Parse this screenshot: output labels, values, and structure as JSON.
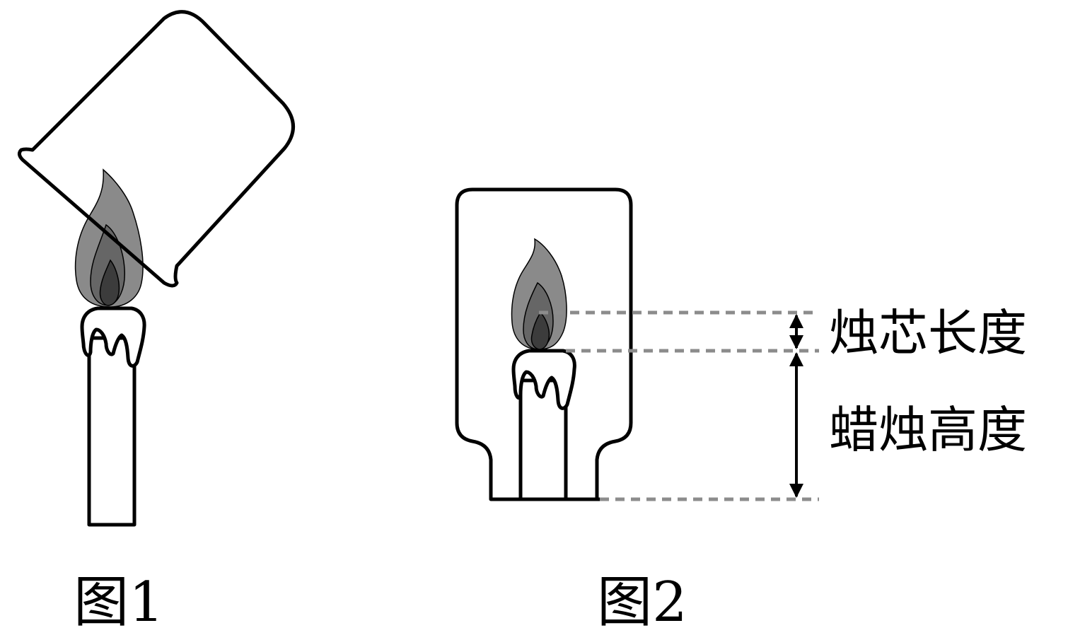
{
  "figures": [
    {
      "label": "图1"
    },
    {
      "label": "图2"
    }
  ],
  "annotations": {
    "wick_length": "烛芯长度",
    "candle_height": "蜡烛高度"
  },
  "colors": {
    "stroke": "#000000",
    "flame_outer": "#8a8a8a",
    "flame_middle": "#666666",
    "flame_inner": "#3c3c3c",
    "dashed_line": "#8c8c8c"
  }
}
